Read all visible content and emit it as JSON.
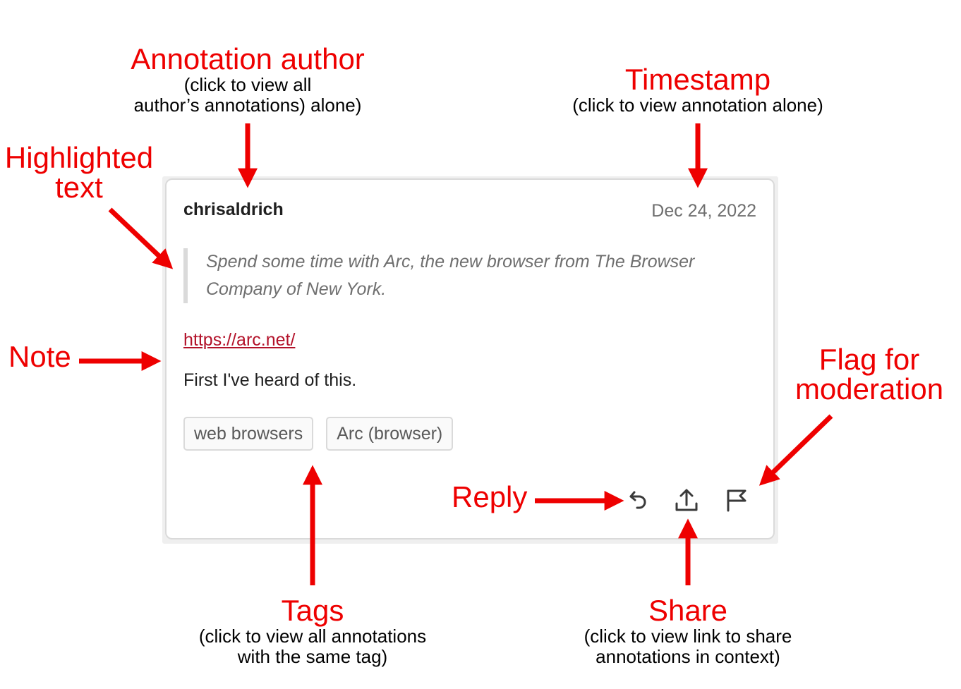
{
  "annotation": {
    "author": "chrisaldrich",
    "timestamp": "Dec 24, 2022",
    "quote": "Spend some time with Arc, the new browser from The Browser Company of New York.",
    "link": "https://arc.net/",
    "note": "First I've heard of this.",
    "tags": [
      {
        "label": "web browsers"
      },
      {
        "label": "Arc (browser)"
      }
    ],
    "actions": {
      "reply_icon": "reply-icon",
      "share_icon": "share-icon",
      "flag_icon": "flag-icon"
    }
  },
  "callouts": {
    "author": {
      "title": "Annotation author",
      "line1": "(click to view all",
      "line2": "author’s annotations) alone)"
    },
    "timestamp": {
      "title": "Timestamp",
      "line1": "(click to view annotation alone)"
    },
    "highlight": {
      "line1": "Highlighted",
      "line2": "text"
    },
    "note": {
      "title": "Note"
    },
    "flag": {
      "line1": "Flag for",
      "line2": "moderation"
    },
    "reply": {
      "title": "Reply"
    },
    "tags": {
      "title": "Tags",
      "line1": "(click to view all annotations",
      "line2": "with the same tag)"
    },
    "share": {
      "title": "Share",
      "line1": "(click to view link to share",
      "line2": "annotations in context)"
    }
  },
  "colors": {
    "callout_red": "#ee0000",
    "link_red": "#b3122a",
    "border_gray": "#dadada",
    "muted_text": "#6f6f6f"
  }
}
